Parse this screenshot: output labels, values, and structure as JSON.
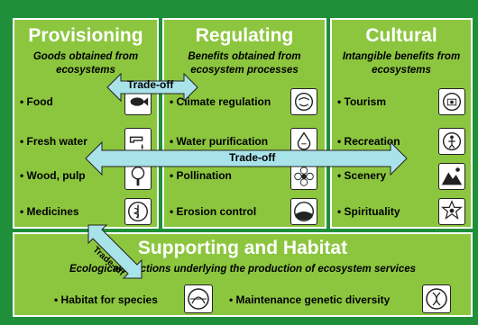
{
  "provisioning": {
    "title": "Provisioning",
    "subtitle": "Goods obtained from ecosystems",
    "items": [
      "• Food",
      "• Fresh water",
      "• Wood, pulp",
      "• Medicines"
    ],
    "icons": [
      "fish-icon",
      "water-tap-icon",
      "tree-icon",
      "medicine-icon"
    ]
  },
  "regulating": {
    "title": "Regulating",
    "subtitle": "Benefits obtained from ecosystem processes",
    "items": [
      "• Climate regulation",
      "• Water purification",
      "• Pollination",
      "• Erosion control"
    ],
    "icons": [
      "climate-icon",
      "purification-icon",
      "flower-icon",
      "erosion-icon"
    ]
  },
  "cultural": {
    "title": "Cultural",
    "subtitle": "Intangible benefits from ecosystems",
    "items": [
      "• Tourism",
      "• Recreation",
      "• Scenery",
      "• Spirituality"
    ],
    "icons": [
      "tourism-icon",
      "recreation-icon",
      "mountain-icon",
      "spirituality-icon"
    ]
  },
  "supporting": {
    "title": "Supporting and Habitat",
    "subtitle": "Ecological functions underlying the production of ecosystem services",
    "items": [
      "• Habitat for species",
      "• Maintenance genetic diversity"
    ],
    "icons": [
      "habitat-icon",
      "genetic-diversity-icon"
    ]
  },
  "tradeoffs": {
    "top": "Trade-off",
    "middle": "Trade-off",
    "diagonal": "Trade-off"
  },
  "colors": {
    "frame": "#1f8f3a",
    "box": "#8cc63f",
    "arrow": "#a9e3ea"
  }
}
